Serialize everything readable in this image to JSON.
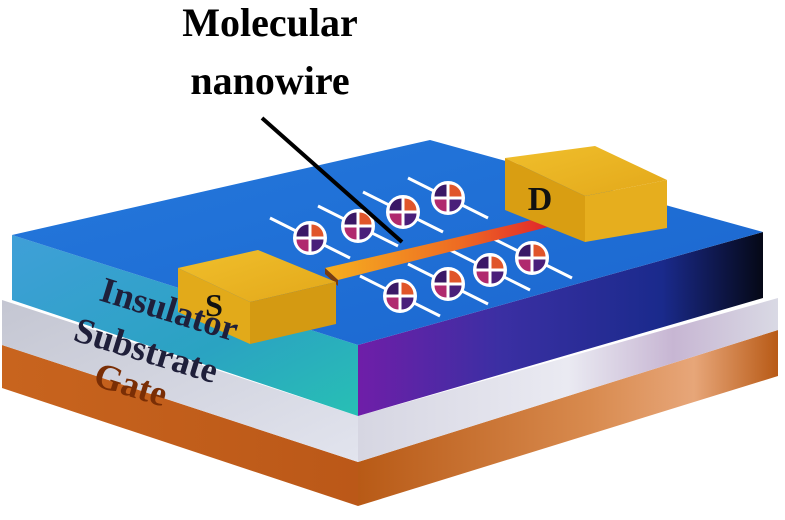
{
  "title": {
    "line1": "Molecular",
    "line2": "nanowire"
  },
  "electrodes": {
    "source": "S",
    "drain": "D"
  },
  "layers": {
    "insulator": "Insulator",
    "substrate": "Substrate",
    "gate": "Gate"
  },
  "molecule_count": 8,
  "colors": {
    "insulator_top": "#1f6fd8",
    "insulator_side": "#1a2a8c",
    "substrate": "#c9c9d6",
    "gate": "#c8641e",
    "electrode": "#e2aa1a",
    "nanowire_start": "#f2a51a",
    "nanowire_end": "#e0242c"
  }
}
